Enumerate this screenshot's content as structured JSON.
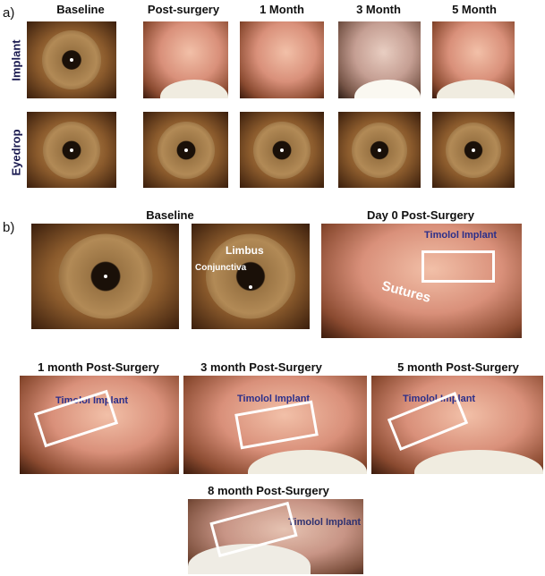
{
  "panel_a": {
    "label": "a)",
    "columns": [
      "Baseline",
      "Post-surgery",
      "1 Month",
      "3 Month",
      "5 Month"
    ],
    "rows": [
      "Implant",
      "Eyedrop"
    ]
  },
  "panel_b": {
    "label": "b)",
    "titles": {
      "baseline": "Baseline",
      "day0": "Day 0 Post-Surgery",
      "m1": "1 month Post-Surgery",
      "m3": "3 month Post-Surgery",
      "m5": "5 month Post-Surgery",
      "m8": "8 month Post-Surgery"
    },
    "annotations": {
      "limbus": "Limbus",
      "conjunctiva": "Conjunctiva",
      "sutures": "Sutures",
      "implant": "Timolol Implant"
    }
  }
}
